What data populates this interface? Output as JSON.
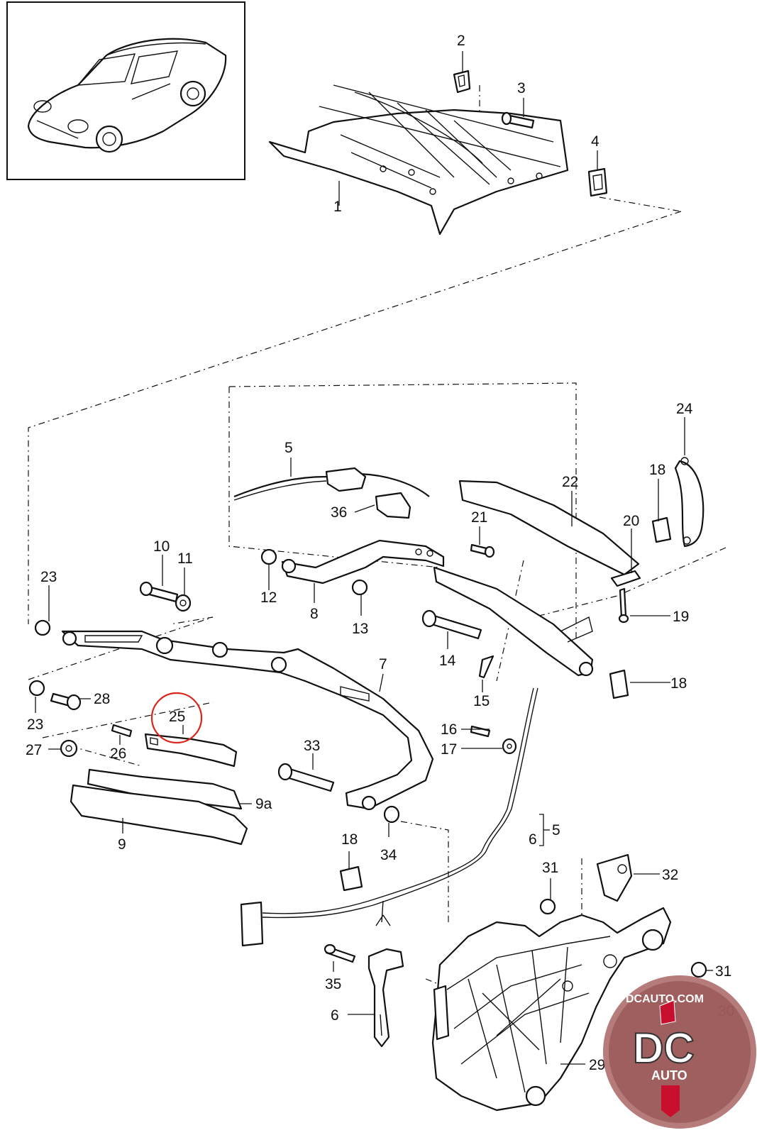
{
  "diagram": {
    "callouts": [
      "1",
      "2",
      "3",
      "4",
      "5",
      "36",
      "22",
      "24",
      "18",
      "20",
      "21",
      "19",
      "23",
      "10",
      "11",
      "12",
      "8",
      "13",
      "14",
      "15",
      "7",
      "18",
      "28",
      "23",
      "25",
      "26",
      "27",
      "16",
      "17",
      "33",
      "9a",
      "9",
      "6",
      "5",
      "34",
      "18",
      "31",
      "32",
      "31",
      "35",
      "6",
      "30",
      "29"
    ],
    "highlighted_callout": "25",
    "watermark": {
      "site": "DCAUTO.COM",
      "logo": "DC",
      "sub": "AUTO",
      "accent_color": "#c8102e"
    },
    "colors": {
      "line": "#111111",
      "highlight_circle": "#d9261c"
    }
  }
}
